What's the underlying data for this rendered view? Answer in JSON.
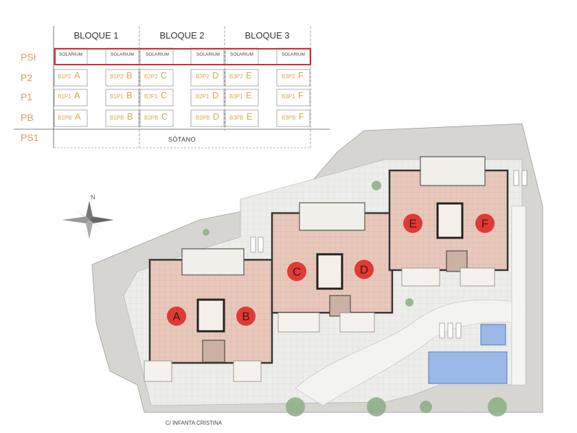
{
  "table": {
    "blocks": [
      "BLOQUE 1",
      "BLOQUE 2",
      "BLOQUE 3"
    ],
    "levels": [
      "PSI",
      "P2",
      "P1",
      "PB",
      "PS1"
    ],
    "solarium": [
      "SOLARIUM",
      "SOLARIUM",
      "SOLARIUM",
      "SOLARIUM",
      "SOLARIUM",
      "SOLARIUM"
    ],
    "p2": [
      {
        "code": "B1P2",
        "letter": "A"
      },
      {
        "code": "B1P2",
        "letter": "B"
      },
      {
        "code": "B2P2",
        "letter": "C"
      },
      {
        "code": "B2P2",
        "letter": "D"
      },
      {
        "code": "B3P2",
        "letter": "E"
      },
      {
        "code": "B3P2",
        "letter": "F"
      }
    ],
    "p1": [
      {
        "code": "B1P1",
        "letter": "A"
      },
      {
        "code": "B1P1",
        "letter": "B"
      },
      {
        "code": "B2P1",
        "letter": "C"
      },
      {
        "code": "B2P1",
        "letter": "D"
      },
      {
        "code": "B3P1",
        "letter": "E"
      },
      {
        "code": "B3P1",
        "letter": "F"
      }
    ],
    "pb": [
      {
        "code": "B1PB",
        "letter": "A"
      },
      {
        "code": "B1PB",
        "letter": "B"
      },
      {
        "code": "B2PB",
        "letter": "C"
      },
      {
        "code": "B2PB",
        "letter": "D"
      },
      {
        "code": "B3PB",
        "letter": "E"
      },
      {
        "code": "B3PB",
        "letter": "F"
      }
    ],
    "basement": "SÓTANO"
  },
  "plan": {
    "unit_markers": [
      "A",
      "B",
      "C",
      "D",
      "E",
      "F"
    ],
    "street": "C/ INFANTA CRISTINA",
    "north": "N"
  },
  "colors": {
    "marker": "#e03a34",
    "highlight": "#d9272e",
    "label_gold": "#d4a84b",
    "floor_tile": "#e6c4b8",
    "pool": "#9ab8e8"
  }
}
